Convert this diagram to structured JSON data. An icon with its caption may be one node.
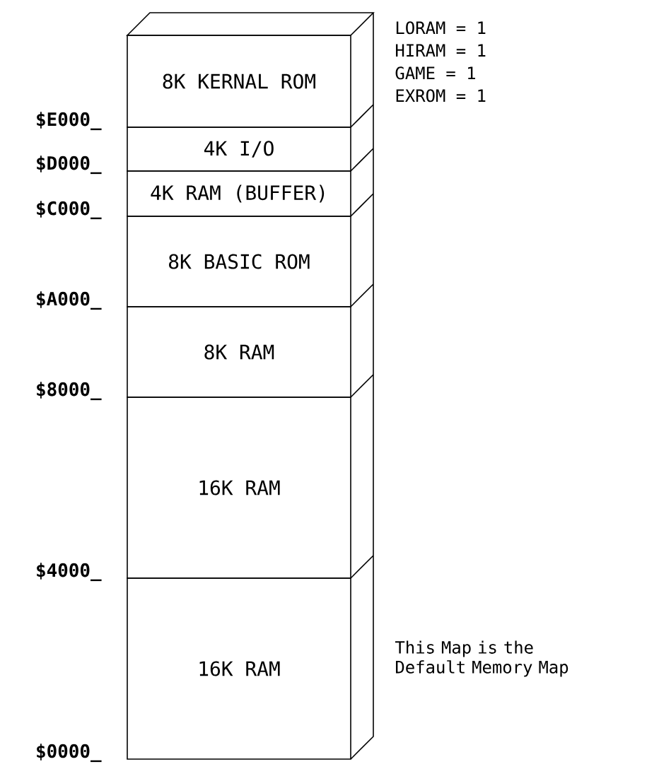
{
  "diagram": {
    "nodes": [
      {
        "text": [
          "8K KERNAL ROM"
        ],
        "beside": [
          "$E000_"
        ]
      },
      {
        "text": [
          "4K I/O"
        ],
        "beside": [
          "$D000_"
        ]
      },
      {
        "text": [
          "4K RAM (BUFFER)"
        ],
        "beside": [
          "$C000_"
        ]
      },
      {
        "text": [
          "8K BASIC ROM"
        ],
        "beside": [
          "$A000_"
        ]
      },
      {
        "text": [
          "8K RAM"
        ],
        "beside": [
          "$8000_"
        ]
      },
      {
        "text": [
          "16K RAM"
        ],
        "beside": [
          "$4000_"
        ]
      },
      {
        "text": [
          "16K RAM"
        ],
        "beside": [
          "$0000_"
        ]
      }
    ],
    "labels": [
      "LORAM = 1",
      "HIRAM = 1",
      "GAME = 1",
      "EXROM = 1",
      "This Map is the Default Memory Map"
    ]
  }
}
